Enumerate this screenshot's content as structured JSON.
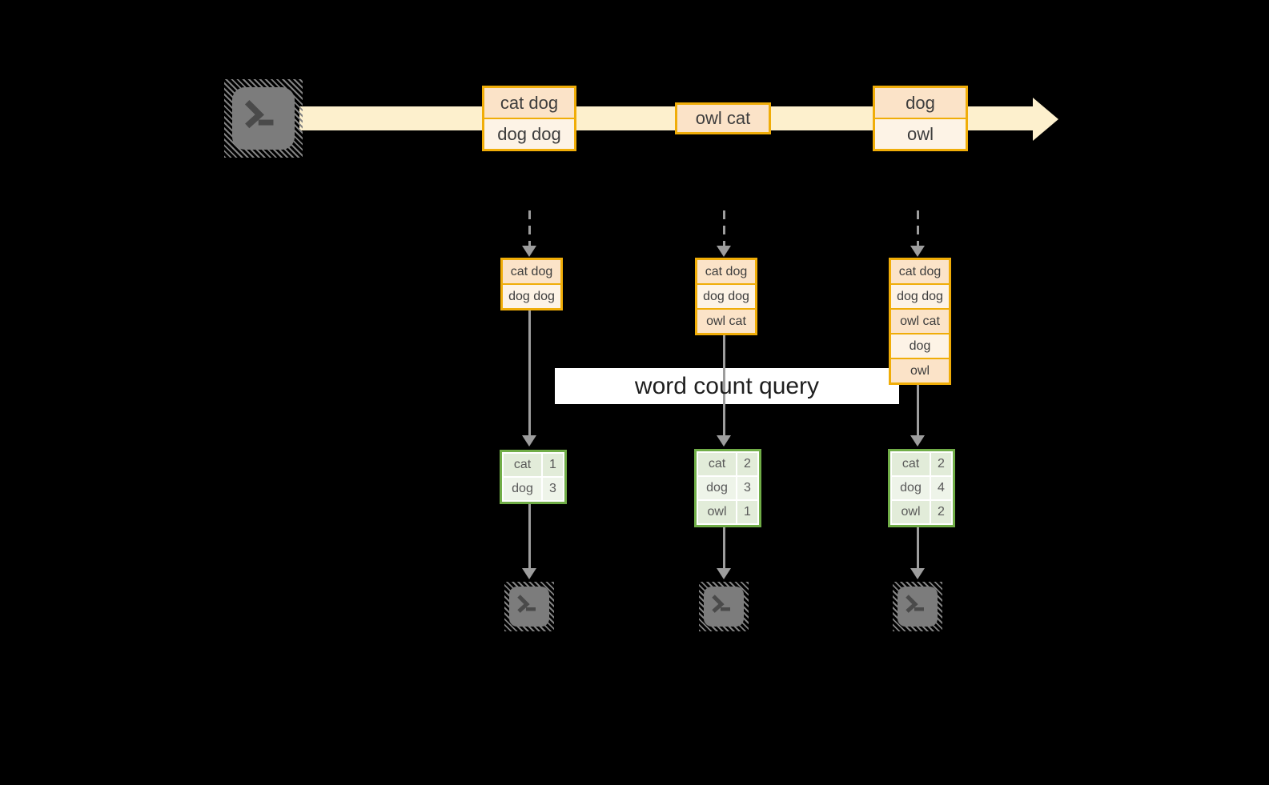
{
  "query": {
    "label": "word count query"
  },
  "stream": {
    "batches": [
      {
        "lines": [
          "cat dog",
          "dog dog"
        ]
      },
      {
        "lines": [
          "owl cat"
        ]
      },
      {
        "lines": [
          "dog",
          "owl"
        ]
      }
    ]
  },
  "states": [
    {
      "lines": [
        "cat dog",
        "dog dog"
      ]
    },
    {
      "lines": [
        "cat dog",
        "dog dog",
        "owl cat"
      ]
    },
    {
      "lines": [
        "cat dog",
        "dog dog",
        "owl cat",
        "dog",
        "owl"
      ]
    }
  ],
  "counts": [
    {
      "rows": [
        {
          "word": "cat",
          "count": "1"
        },
        {
          "word": "dog",
          "count": "3"
        }
      ]
    },
    {
      "rows": [
        {
          "word": "cat",
          "count": "2"
        },
        {
          "word": "dog",
          "count": "3"
        },
        {
          "word": "owl",
          "count": "1"
        }
      ]
    },
    {
      "rows": [
        {
          "word": "cat",
          "count": "2"
        },
        {
          "word": "dog",
          "count": "4"
        },
        {
          "word": "owl",
          "count": "2"
        }
      ]
    }
  ],
  "icons": {
    "source": "terminal-icon",
    "sinks": [
      "terminal-icon",
      "terminal-icon",
      "terminal-icon"
    ],
    "prompt_glyph": ">_"
  },
  "colors": {
    "background": "#000000",
    "stream_fill": "#fdf0cd",
    "box_border": "#f0ad08",
    "box_fill_dark": "#fbe3c8",
    "box_fill_light": "#fdf3e6",
    "table_border": "#70ad47",
    "table_fill_dark": "#e2ecd9",
    "table_fill_light": "#eef4e9",
    "arrow_gray": "#9d9d9d",
    "terminal_gray": "#7c7c7c"
  }
}
